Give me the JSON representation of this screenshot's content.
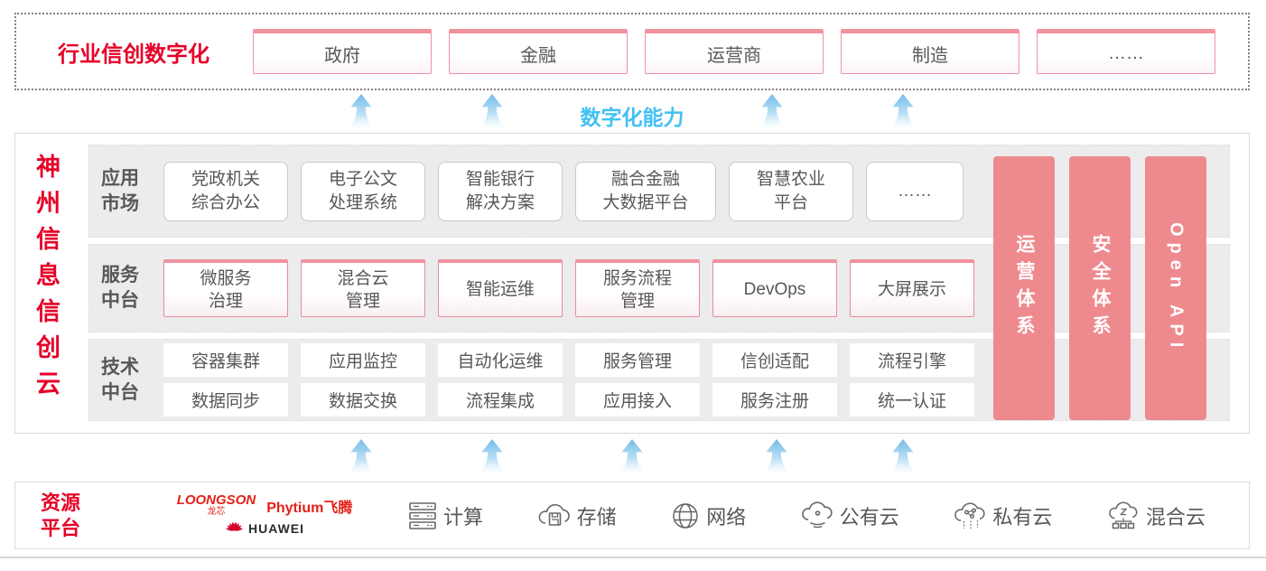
{
  "top_banner": {
    "title": "行业信创数字化",
    "boxes": [
      "政府",
      "金融",
      "运营商",
      "制造",
      "……"
    ]
  },
  "capability_label": "数字化能力",
  "platform": {
    "title": "神州信息信创云",
    "rows": [
      {
        "label": "应用\n市场",
        "items": [
          "党政机关\n综合办公",
          "电子公文\n处理系统",
          "智能银行\n解决方案",
          "融合金融\n大数据平台",
          "智慧农业\n平台",
          "……"
        ]
      },
      {
        "label": "服务\n中台",
        "items": [
          "微服务\n治理",
          "混合云\n管理",
          "智能运维",
          "服务流程\n管理",
          "DevOps",
          "大屏展示"
        ]
      },
      {
        "label": "技术\n中台",
        "items_top": [
          "容器集群",
          "应用监控",
          "自动化运维",
          "服务管理",
          "信创适配",
          "流程引擎"
        ],
        "items_bottom": [
          "数据同步",
          "数据交换",
          "流程集成",
          "应用接入",
          "服务注册",
          "统一认证"
        ]
      }
    ],
    "pillars": [
      "运营体系",
      "安全体系",
      "Open API"
    ]
  },
  "resources": {
    "title": "资源\n平台",
    "vendors": {
      "loongson_en": "LOONGSON",
      "loongson_cn": "龙芯",
      "phytium": "Phytium飞腾",
      "huawei": "HUAWEI"
    },
    "items": [
      {
        "icon": "compute-server-icon",
        "label": "计算"
      },
      {
        "icon": "storage-cloud-icon",
        "label": "存储"
      },
      {
        "icon": "network-globe-icon",
        "label": "网络"
      },
      {
        "icon": "public-cloud-icon",
        "label": "公有云"
      },
      {
        "icon": "private-cloud-icon",
        "label": "私有云"
      },
      {
        "icon": "hybrid-cloud-icon",
        "label": "混合云"
      }
    ]
  },
  "colors": {
    "accent_red": "#e60028",
    "pink_box_top": "#f1919f",
    "pillar_salmon": "#ee8a8e",
    "capability_blue": "#42c1f2",
    "text_gray": "#595757",
    "row_background": "#ececec"
  }
}
